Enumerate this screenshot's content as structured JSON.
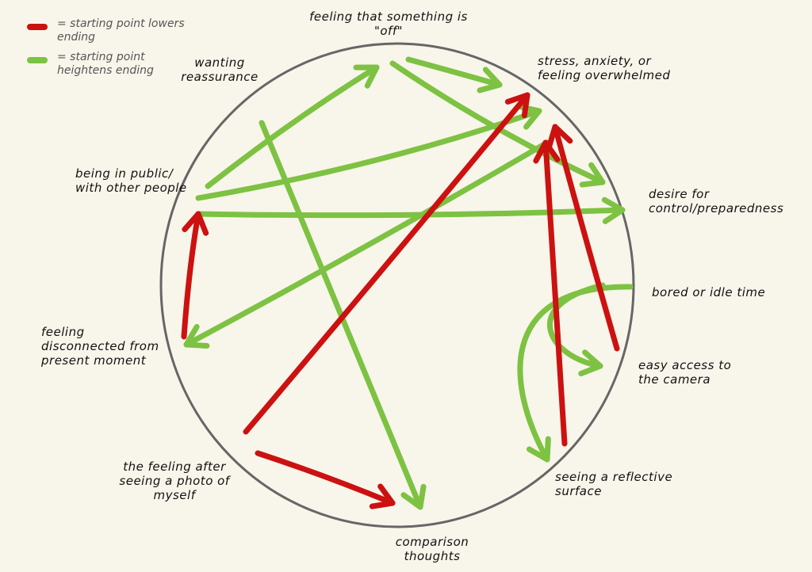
{
  "colors": {
    "lowers": "#cc1111",
    "heightens": "#7dc242",
    "circle": "#666666",
    "background": "#f8f5ea"
  },
  "legend": [
    {
      "type": "lowers",
      "text": "= starting point lowers ending"
    },
    {
      "type": "heightens",
      "text": "= starting point heightens ending"
    }
  ],
  "nodes": {
    "off": "feeling that something is \"off\"",
    "reassurance": "wanting reassurance",
    "stress": "stress, anxiety, or feeling overwhelmed",
    "public": "being in public/ with other people",
    "control": "desire for control/preparedness",
    "bored": "bored or idle time",
    "disconnected": "feeling disconnected from present moment",
    "camera": "easy access to the camera",
    "photo": "the feeling after seeing a photo of myself",
    "reflective": "seeing a reflective surface",
    "comparison": "comparison thoughts"
  },
  "edges": [
    {
      "id": "e1",
      "from": "reassurance",
      "to": "off",
      "type": "heightens"
    },
    {
      "id": "e2",
      "from": "off",
      "to": "stress",
      "type": "heightens"
    },
    {
      "id": "e3",
      "from": "off",
      "to": "control",
      "type": "heightens"
    },
    {
      "id": "e4",
      "from": "reassurance",
      "to": "comparison",
      "type": "heightens"
    },
    {
      "id": "e5",
      "from": "public",
      "to": "stress",
      "type": "heightens"
    },
    {
      "id": "e6",
      "from": "public",
      "to": "control",
      "type": "heightens"
    },
    {
      "id": "e7",
      "from": "stress",
      "to": "disconnected",
      "type": "heightens"
    },
    {
      "id": "e8",
      "from": "bored",
      "to": "reflective",
      "type": "heightens"
    },
    {
      "id": "e9",
      "from": "bored",
      "to": "camera",
      "type": "heightens"
    },
    {
      "id": "e10",
      "from": "disconnected",
      "to": "public",
      "type": "lowers"
    },
    {
      "id": "e11",
      "from": "photo",
      "to": "stress",
      "type": "lowers"
    },
    {
      "id": "e12",
      "from": "photo",
      "to": "comparison",
      "type": "lowers"
    },
    {
      "id": "e13",
      "from": "reflective",
      "to": "stress",
      "type": "lowers"
    },
    {
      "id": "e14",
      "from": "camera",
      "to": "stress",
      "type": "lowers"
    }
  ]
}
